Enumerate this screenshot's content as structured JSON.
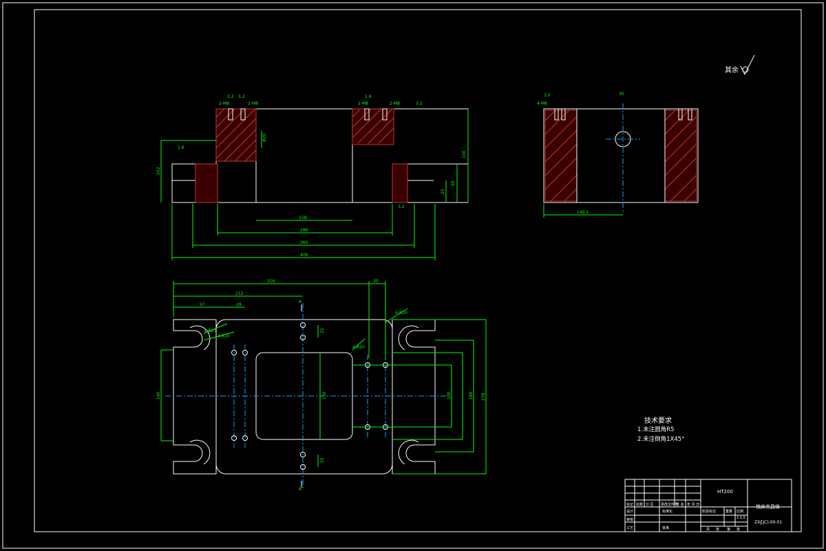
{
  "surface_note": {
    "label": "其余"
  },
  "tech_requirements": {
    "title": "技术要求",
    "items": [
      "1.未注圆角R5",
      "2.未注倒角1X45°"
    ]
  },
  "title_block": {
    "material": "HT200",
    "part_name": "铣床夹具体",
    "drawing_no": "ZXJ[JC]-00-01",
    "scale": "1:1.5",
    "row_labels": [
      "标记",
      "处数",
      "分 区",
      "更改文件号",
      "签 名",
      "年 月 日"
    ],
    "left_labels": [
      "设计",
      "审核",
      "工艺"
    ],
    "col_labels": [
      "标准化",
      "批准"
    ],
    "stage_label": "阶段标记",
    "weight_label": "重量",
    "scale_label": "比例",
    "sheet_labels": [
      "共",
      "张",
      "第",
      "张"
    ]
  },
  "dimensions": {
    "front": {
      "width_overall": "406",
      "width_2": "360",
      "width_3": "286",
      "width_4": "158",
      "height_total": "150",
      "height_base": "50",
      "height_flange": "25",
      "height_left": "102",
      "hole_depth": "Φ20",
      "thread_labels": [
        "2-M8",
        "2-M8",
        "2-M8",
        "2-M8"
      ],
      "roughness": [
        "3.2",
        "3.2",
        "1.6",
        "3.2",
        "1.6",
        "3.2"
      ]
    },
    "side": {
      "width": "149.5",
      "center_mark": "30",
      "thread_label": "4-M8",
      "roughness": "3.2"
    },
    "top": {
      "total": "316",
      "offset_30": "30",
      "d_212": "212",
      "d_97": "97",
      "d_28": "28",
      "height_left": "140",
      "height_150": "150",
      "height_100": "100",
      "height_180": "180",
      "height_278": "278",
      "spacing_25a": "25",
      "spacing_25b": "25",
      "radius_labels": [
        "4-R20",
        "4-R20",
        "4-R20",
        "4-R20"
      ],
      "section_mark": "A"
    }
  }
}
